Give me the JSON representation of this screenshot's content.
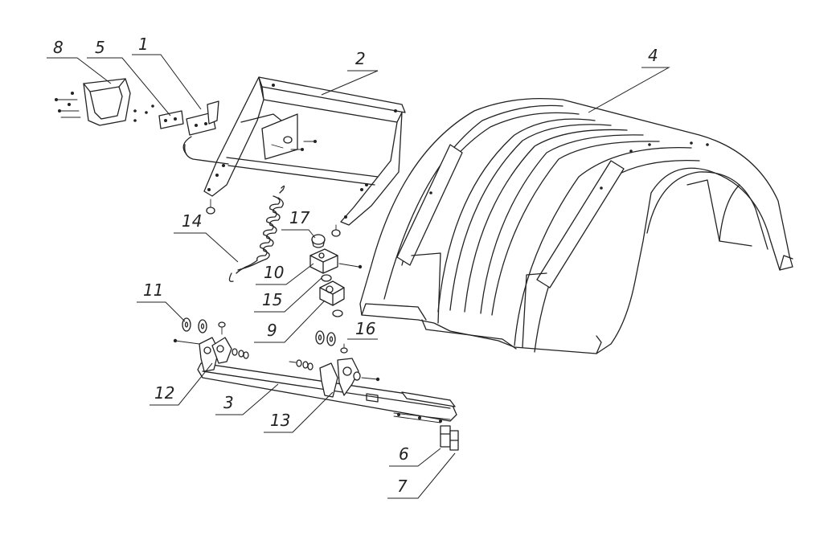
{
  "diagram": {
    "callouts": [
      {
        "id": "c8",
        "label": "8"
      },
      {
        "id": "c5",
        "label": "5"
      },
      {
        "id": "c1",
        "label": "1"
      },
      {
        "id": "c2",
        "label": "2"
      },
      {
        "id": "c4",
        "label": "4"
      },
      {
        "id": "c14",
        "label": "14"
      },
      {
        "id": "c17",
        "label": "17"
      },
      {
        "id": "c10",
        "label": "10"
      },
      {
        "id": "c15",
        "label": "15"
      },
      {
        "id": "c9",
        "label": "9"
      },
      {
        "id": "c11",
        "label": "11"
      },
      {
        "id": "c16",
        "label": "16"
      },
      {
        "id": "c12",
        "label": "12"
      },
      {
        "id": "c3",
        "label": "3"
      },
      {
        "id": "c13",
        "label": "13"
      },
      {
        "id": "c6",
        "label": "6"
      },
      {
        "id": "c7",
        "label": "7"
      }
    ]
  }
}
